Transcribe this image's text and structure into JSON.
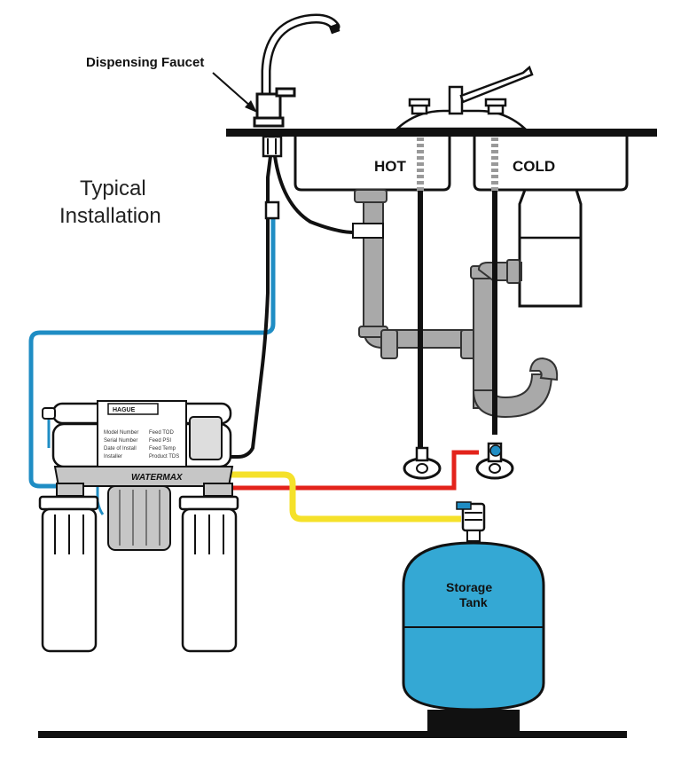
{
  "title": {
    "line1": "Typical",
    "line2": "Installation"
  },
  "labels": {
    "faucet": "Dispensing Faucet",
    "hot": "HOT",
    "cold": "COLD",
    "tank_line1": "Storage",
    "tank_line2": "Tank"
  },
  "unit_label": {
    "brand": "HAGUE",
    "brand_sub": "WATERMAX",
    "rows": [
      {
        "field": "Model Number",
        "value": "Feed TOD"
      },
      {
        "field": "Serial Number",
        "value": "Feed PSI"
      },
      {
        "field": "Date of Install",
        "value": "Feed Temp"
      },
      {
        "field": "Installer",
        "value": "Product TDS"
      }
    ]
  },
  "colors": {
    "blue_line": "#1f8dc4",
    "yellow_line": "#f5e12a",
    "red_line": "#e3231b",
    "black_line": "#111111",
    "tank": "#34a8d4",
    "pipe_gray": "#a9a9a9",
    "unit_gray": "#c6c6c6"
  }
}
